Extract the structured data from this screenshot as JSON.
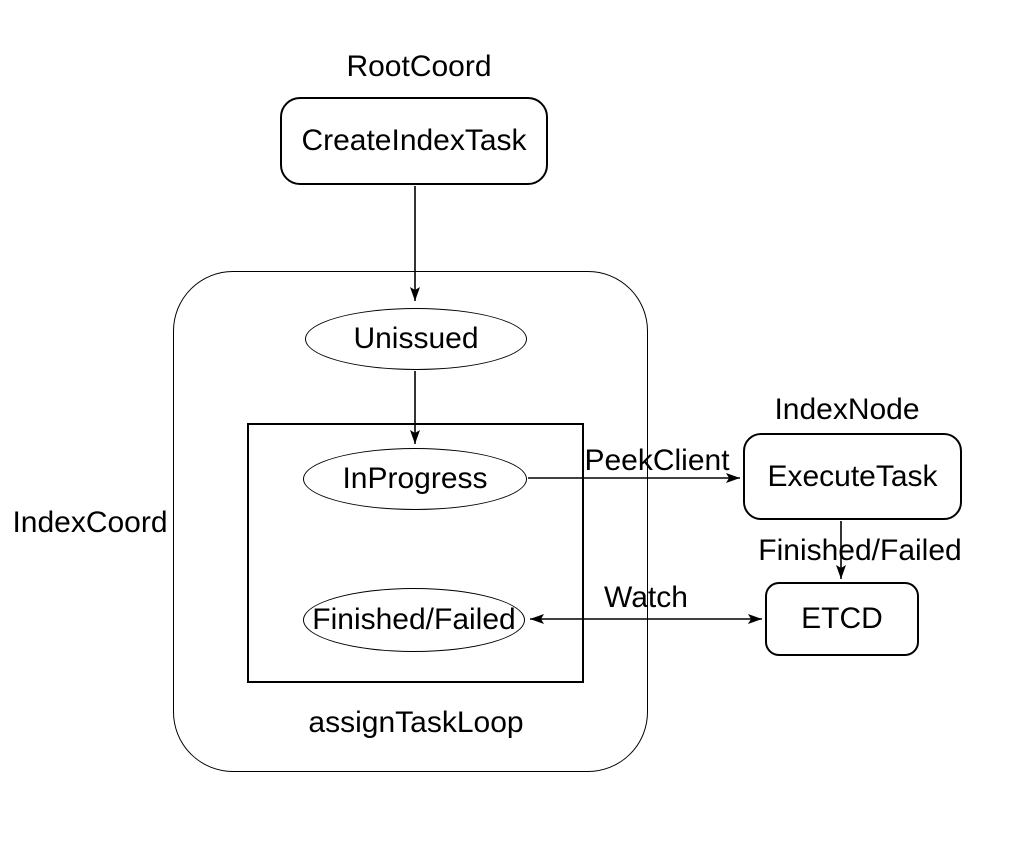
{
  "colors": {
    "background": "#ffffff",
    "stroke": "#000000",
    "text": "#000000"
  },
  "groups": {
    "root_coord_label": "RootCoord",
    "index_coord_label": "IndexCoord",
    "index_node_label": "IndexNode",
    "assign_task_loop_label": "assignTaskLoop"
  },
  "nodes": {
    "create_index_task": "CreateIndexTask",
    "unissued": "Unissued",
    "in_progress": "InProgress",
    "finished_failed": "Finished/Failed",
    "execute_task": "ExecuteTask",
    "etcd": "ETCD"
  },
  "edges": {
    "peek_client": "PeekClient",
    "finished_failed": "Finished/Failed",
    "watch": "Watch"
  }
}
